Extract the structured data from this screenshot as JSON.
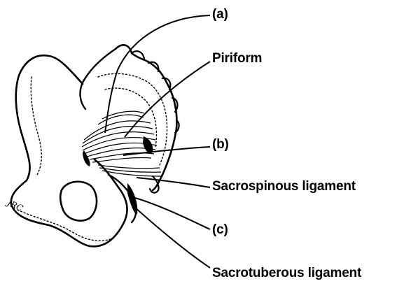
{
  "labels": {
    "a": "(a)",
    "piriform": "Piriform",
    "b": "(b)",
    "sacrospinous": "Sacrospinous ligament",
    "c": "(c)",
    "sacrotuberous": "Sacrotuberous ligament"
  },
  "signature": "JRC",
  "colors": {
    "ink": "#000000",
    "background": "#ffffff"
  }
}
